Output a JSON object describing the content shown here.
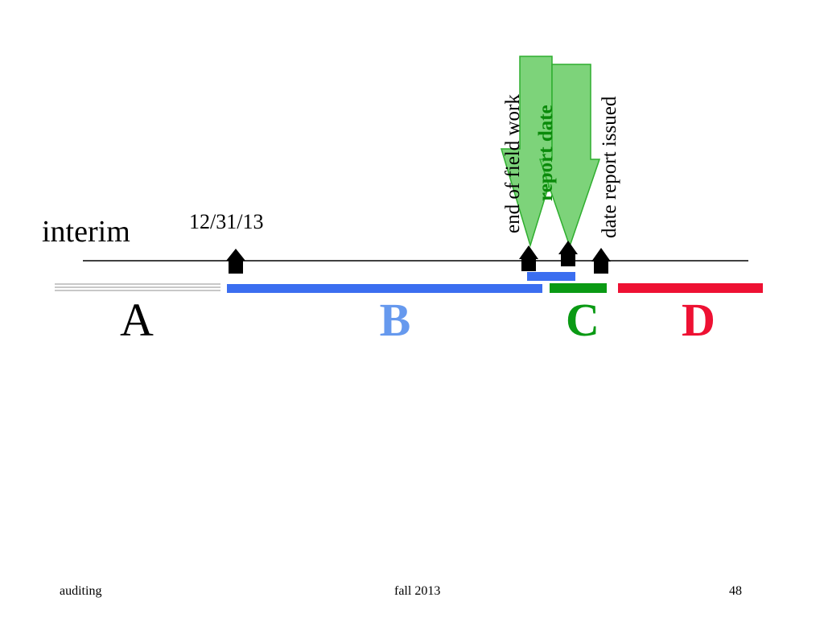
{
  "labels": {
    "interim": "interim",
    "year_end": "12/31/13",
    "end_of_field_work": "end of field work",
    "report_date": "report date",
    "date_report_issued": "date report issued"
  },
  "periods": {
    "a": "A",
    "b": "B",
    "c": "C",
    "d": "D"
  },
  "colors": {
    "a": "#c8c8c8",
    "b": "#3b6ef0",
    "b_label": "#6699ee",
    "c": "#0a9a14",
    "d": "#ee1133",
    "callout_fill": "#7dd37a",
    "callout_stroke": "#2fae2f",
    "report_date_text": "#0a8a0a"
  },
  "footer": {
    "left": "auditing",
    "center": "fall 2013",
    "right": "48"
  }
}
